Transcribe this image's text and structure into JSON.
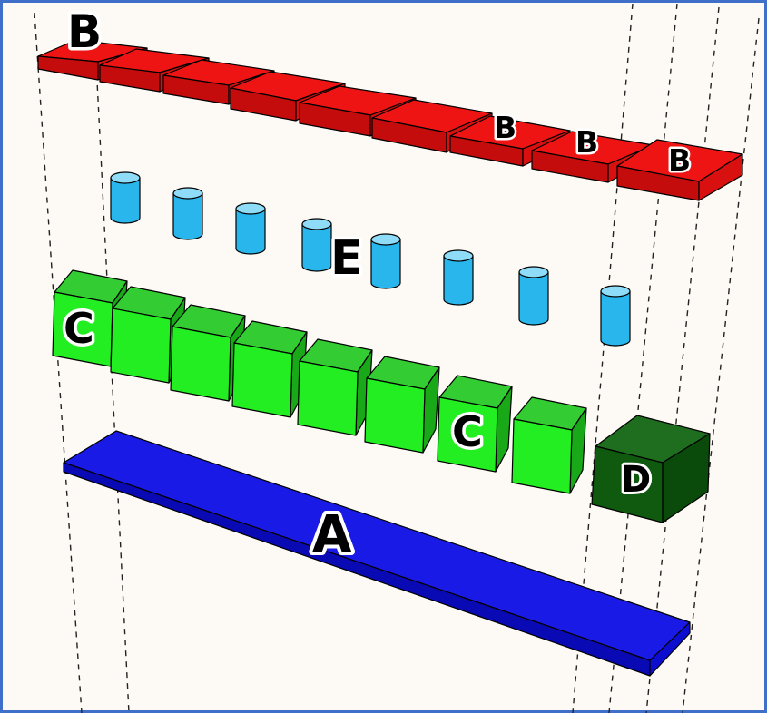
{
  "diagram": {
    "labels": {
      "a": "A",
      "b": "B",
      "c": "C",
      "d": "D",
      "e": "E"
    },
    "colors": {
      "background": "#fdfaf5",
      "frame": "#3f6fc8",
      "a_top": "#1a1ae6",
      "a_front": "#0a0ab4",
      "b_top": "#ee1414",
      "b_front": "#c40c0c",
      "c_top": "#33cc33",
      "c_front": "#22ee22",
      "c_side": "#18a818",
      "d_front": "#0f5a0f",
      "d_top": "#1f6e1f",
      "e_body": "#29b6ec",
      "e_top": "#8fdcf8",
      "label_fill": "#000000",
      "label_outline": "#ffffff"
    }
  }
}
